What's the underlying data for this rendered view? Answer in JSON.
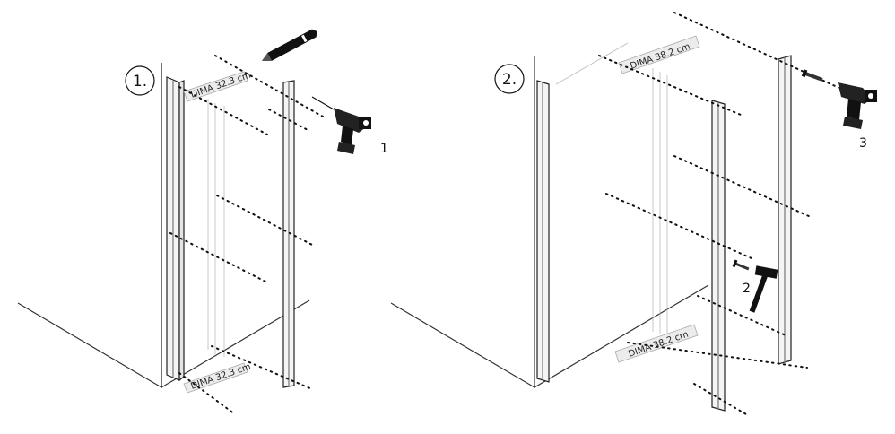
{
  "steps": [
    {
      "number": "1.",
      "dima_top": "DIMA 32.3 cm",
      "dima_bottom": "DIMA 32.3 cm",
      "tool_callout": "1"
    },
    {
      "number": "2.",
      "dima_top": "DIMA 38.2 cm",
      "dima_bottom": "DIMA 38.2 cm",
      "hammer_callout": "2",
      "drill_callout": "3"
    }
  ],
  "icons": [
    "pencil-icon",
    "drill-icon",
    "hammer-icon",
    "screw-icon",
    "nail-icon"
  ],
  "colors": {
    "line": "#222222",
    "panel": "#f2f2f2",
    "dots": "#111111"
  }
}
